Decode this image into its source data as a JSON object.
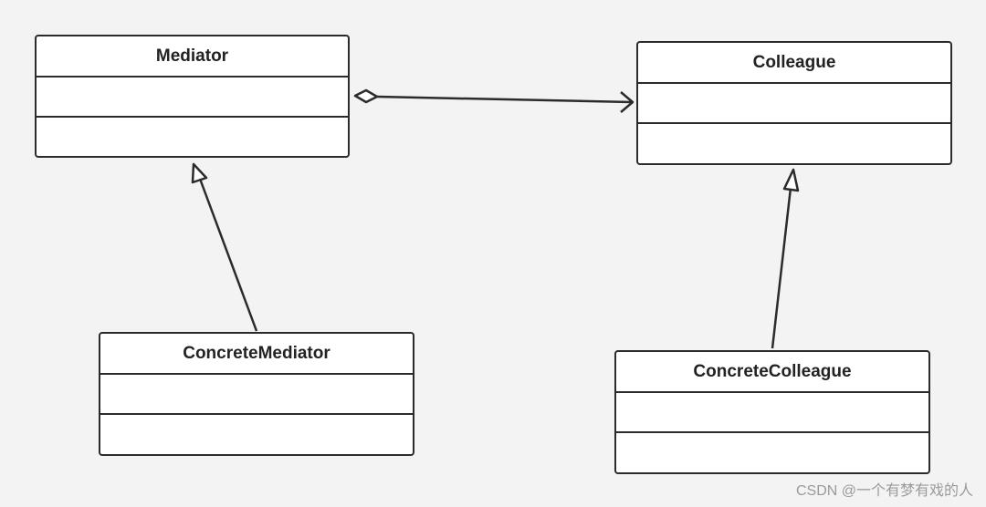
{
  "classes": {
    "mediator": "Mediator",
    "colleague": "Colleague",
    "concrete_mediator": "ConcreteMediator",
    "concrete_colleague": "ConcreteColleague"
  },
  "relationships": [
    {
      "from": "Mediator",
      "to": "Colleague",
      "type": "aggregation"
    },
    {
      "from": "ConcreteMediator",
      "to": "Mediator",
      "type": "generalization"
    },
    {
      "from": "ConcreteColleague",
      "to": "Colleague",
      "type": "generalization"
    }
  ],
  "watermark": "CSDN @一个有梦有戏的人",
  "colors": {
    "background": "#f3f3f3",
    "stroke": "#2b2b2b",
    "box_fill": "#ffffff"
  }
}
